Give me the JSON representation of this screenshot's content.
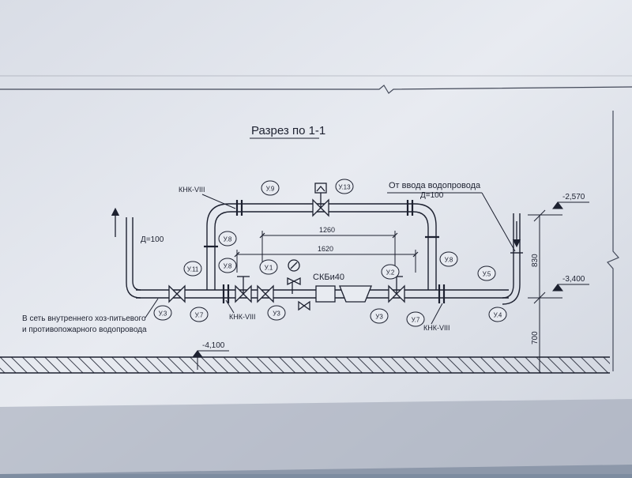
{
  "drawing": {
    "title": "Разрез по 1-1",
    "inlet_caption": "От ввода водопровода",
    "inlet_diameter": "Д=100",
    "outlet_diameter": "Д=100",
    "outlet_caption_line1": "В сеть внутреннего хоз-питьевого",
    "outlet_caption_line2": "и противопожарного водопровода",
    "meter_label": "СКБи40",
    "dimension_inner": "1260",
    "dimension_outer": "1620",
    "dimension_upper_vertical": "830",
    "dimension_lower_vertical": "700",
    "elevation_top": "-2,570",
    "elevation_pipe": "-3,400",
    "elevation_floor": "-4,100",
    "node_labels": {
      "u3_left": "У.3",
      "u11": "У.11",
      "u7_left": "У.7",
      "u8_upper_left": "У.8",
      "u8_lower_left": "У.8",
      "u9": "У.9",
      "u13": "У.13",
      "u1": "У.1",
      "u3_mid": "У3",
      "u2": "У.2",
      "u3_right": "У3",
      "u7_right": "У.7",
      "u8_right": "У.8",
      "u5": "У.5",
      "u4": "У.4"
    },
    "flange_labels": {
      "knk_top": "КНК-VIII",
      "knk_bottom_left": "КНК-VIII",
      "knk_bottom_right": "КНК-VIII"
    },
    "colors": {
      "paper": "#e4e7ee",
      "ink": "#1d2130",
      "hatch": "#2a2e3c"
    }
  }
}
